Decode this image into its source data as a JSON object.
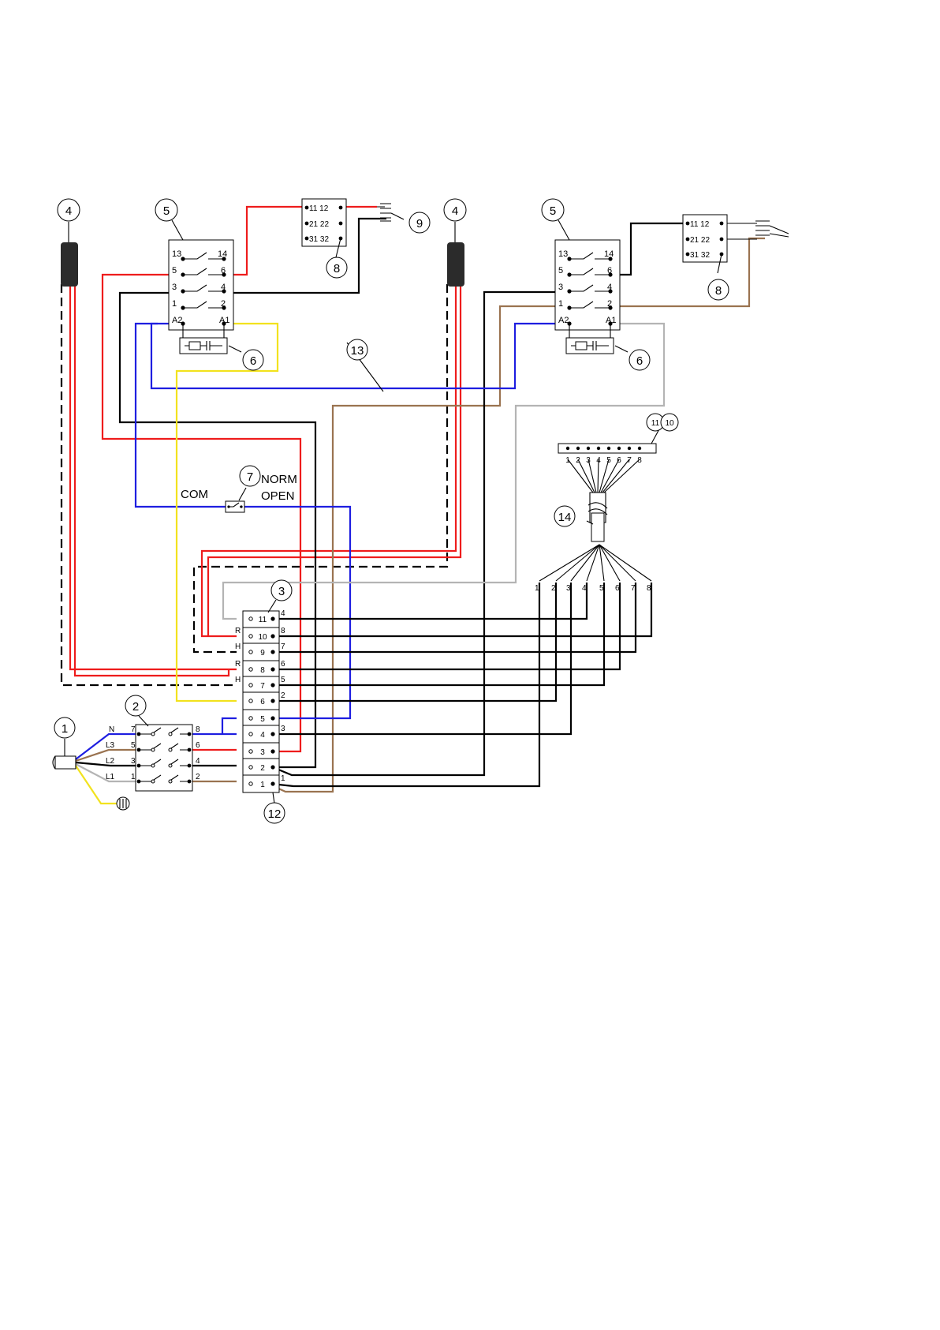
{
  "callouts": {
    "c1": "1",
    "c2": "2",
    "c3": "3",
    "c4a": "4",
    "c4b": "4",
    "c5a": "5",
    "c5b": "5",
    "c6a": "6",
    "c6b": "6",
    "c7": "7",
    "c8a": "8",
    "c8b": "8",
    "c9": "9",
    "c10": "10",
    "c11": "11",
    "c12": "12",
    "c13": "13",
    "c14": "14"
  },
  "labels": {
    "com": "COM",
    "norm": "NORM",
    "open": "OPEN"
  },
  "contactor": {
    "t13": "13",
    "t14": "14",
    "t5": "5",
    "t6": "6",
    "t3": "3",
    "t4": "4",
    "t1": "1",
    "t2": "2",
    "a2": "A2",
    "a1": "A1"
  },
  "aux_block": {
    "r1": "11 12",
    "r2": "21 22",
    "r3": "31 32"
  },
  "main_switch": {
    "n": "N",
    "l3": "L3",
    "l2": "L2",
    "l1": "L1",
    "left": [
      "7",
      "5",
      "3",
      "1"
    ],
    "right": [
      "8",
      "6",
      "4",
      "2"
    ]
  },
  "terminal_block": {
    "numbers": [
      "11",
      "10",
      "9",
      "8",
      "7",
      "6",
      "5",
      "4",
      "3",
      "2",
      "1"
    ],
    "left_marks": [
      "",
      "R",
      "H",
      "R",
      "H",
      "",
      "",
      "",
      "",
      "",
      ""
    ],
    "right_marks": [
      "4",
      "8",
      "7",
      "6",
      "5",
      "2",
      "",
      "3",
      "",
      "",
      "1"
    ]
  },
  "connector": {
    "pins": [
      "1",
      "2",
      "3",
      "4",
      "5",
      "6",
      "7",
      "8"
    ],
    "fan_labels": [
      "1",
      "2",
      "3",
      "4",
      "5",
      "6",
      "7",
      "8"
    ]
  },
  "wire_colors": {
    "black": "#000000",
    "red": "#ee1c1c",
    "blue": "#1e1ee0",
    "yellow": "#f2e21e",
    "brown": "#9a7350",
    "grey": "#b4b4b4"
  }
}
